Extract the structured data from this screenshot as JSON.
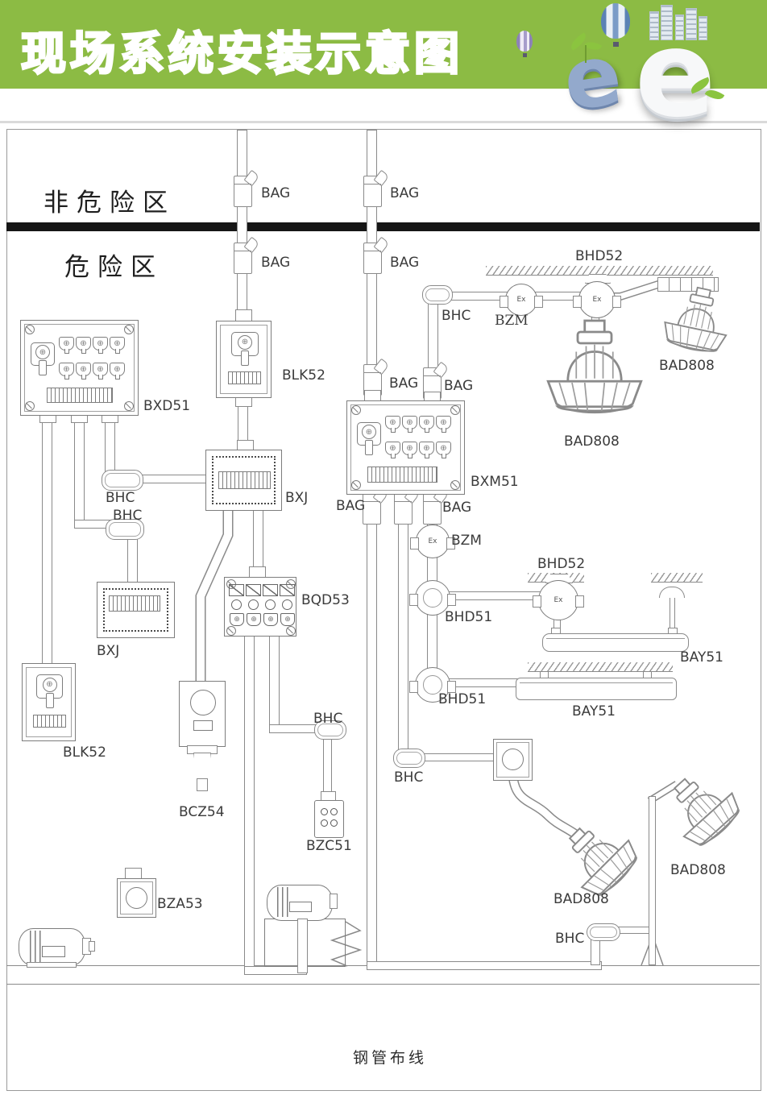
{
  "header": {
    "title": "现场系统安装示意图",
    "bg_color": "#8cbb44",
    "logo": {
      "letters": [
        "e",
        "e"
      ]
    }
  },
  "diagram": {
    "zone_top": "非危险区",
    "zone_bottom": "危险区",
    "footer_note": "钢管布线",
    "ex_mark": "Ex",
    "line_color": "#8a8a8a",
    "labels": [
      {
        "id": "bag-1",
        "text": "BAG"
      },
      {
        "id": "bag-2",
        "text": "BAG"
      },
      {
        "id": "bag-3",
        "text": "BAG"
      },
      {
        "id": "bag-4",
        "text": "BAG"
      },
      {
        "id": "bhd52-top",
        "text": "BHD52"
      },
      {
        "id": "bhc-top",
        "text": "BHC"
      },
      {
        "id": "bzm-top",
        "text": "BZM"
      },
      {
        "id": "bad808-top-right",
        "text": "BAD808"
      },
      {
        "id": "bad808-top-center",
        "text": "BAD808"
      },
      {
        "id": "bxd51",
        "text": "BXD51"
      },
      {
        "id": "blk52-top",
        "text": "BLK52"
      },
      {
        "id": "bag-5",
        "text": "BAG"
      },
      {
        "id": "bag-6",
        "text": "BAG"
      },
      {
        "id": "bxm51",
        "text": "BXM51"
      },
      {
        "id": "bxj-1",
        "text": "BXJ"
      },
      {
        "id": "bhc-left-1",
        "text": "BHC"
      },
      {
        "id": "bhc-left-2",
        "text": "BHC"
      },
      {
        "id": "bag-7",
        "text": "BAG"
      },
      {
        "id": "bag-8",
        "text": "BAG"
      },
      {
        "id": "bzm-mid",
        "text": "BZM"
      },
      {
        "id": "bhd52-mid",
        "text": "BHD52"
      },
      {
        "id": "bqd53",
        "text": "BQD53"
      },
      {
        "id": "bhd51-upper",
        "text": "BHD51"
      },
      {
        "id": "bxj-2",
        "text": "BXJ"
      },
      {
        "id": "bay51-upper",
        "text": "BAY51"
      },
      {
        "id": "bhd51-lower",
        "text": "BHD51"
      },
      {
        "id": "bay51-lower",
        "text": "BAY51"
      },
      {
        "id": "blk52-bottom",
        "text": "BLK52"
      },
      {
        "id": "bhc-mid",
        "text": "BHC"
      },
      {
        "id": "bhc-center",
        "text": "BHC"
      },
      {
        "id": "bcz54",
        "text": "BCZ54"
      },
      {
        "id": "bzc51",
        "text": "BZC51"
      },
      {
        "id": "bad808-bottom-center",
        "text": "BAD808"
      },
      {
        "id": "bad808-bottom-right",
        "text": "BAD808"
      },
      {
        "id": "bza53",
        "text": "BZA53"
      },
      {
        "id": "bhc-bottom",
        "text": "BHC"
      }
    ]
  }
}
